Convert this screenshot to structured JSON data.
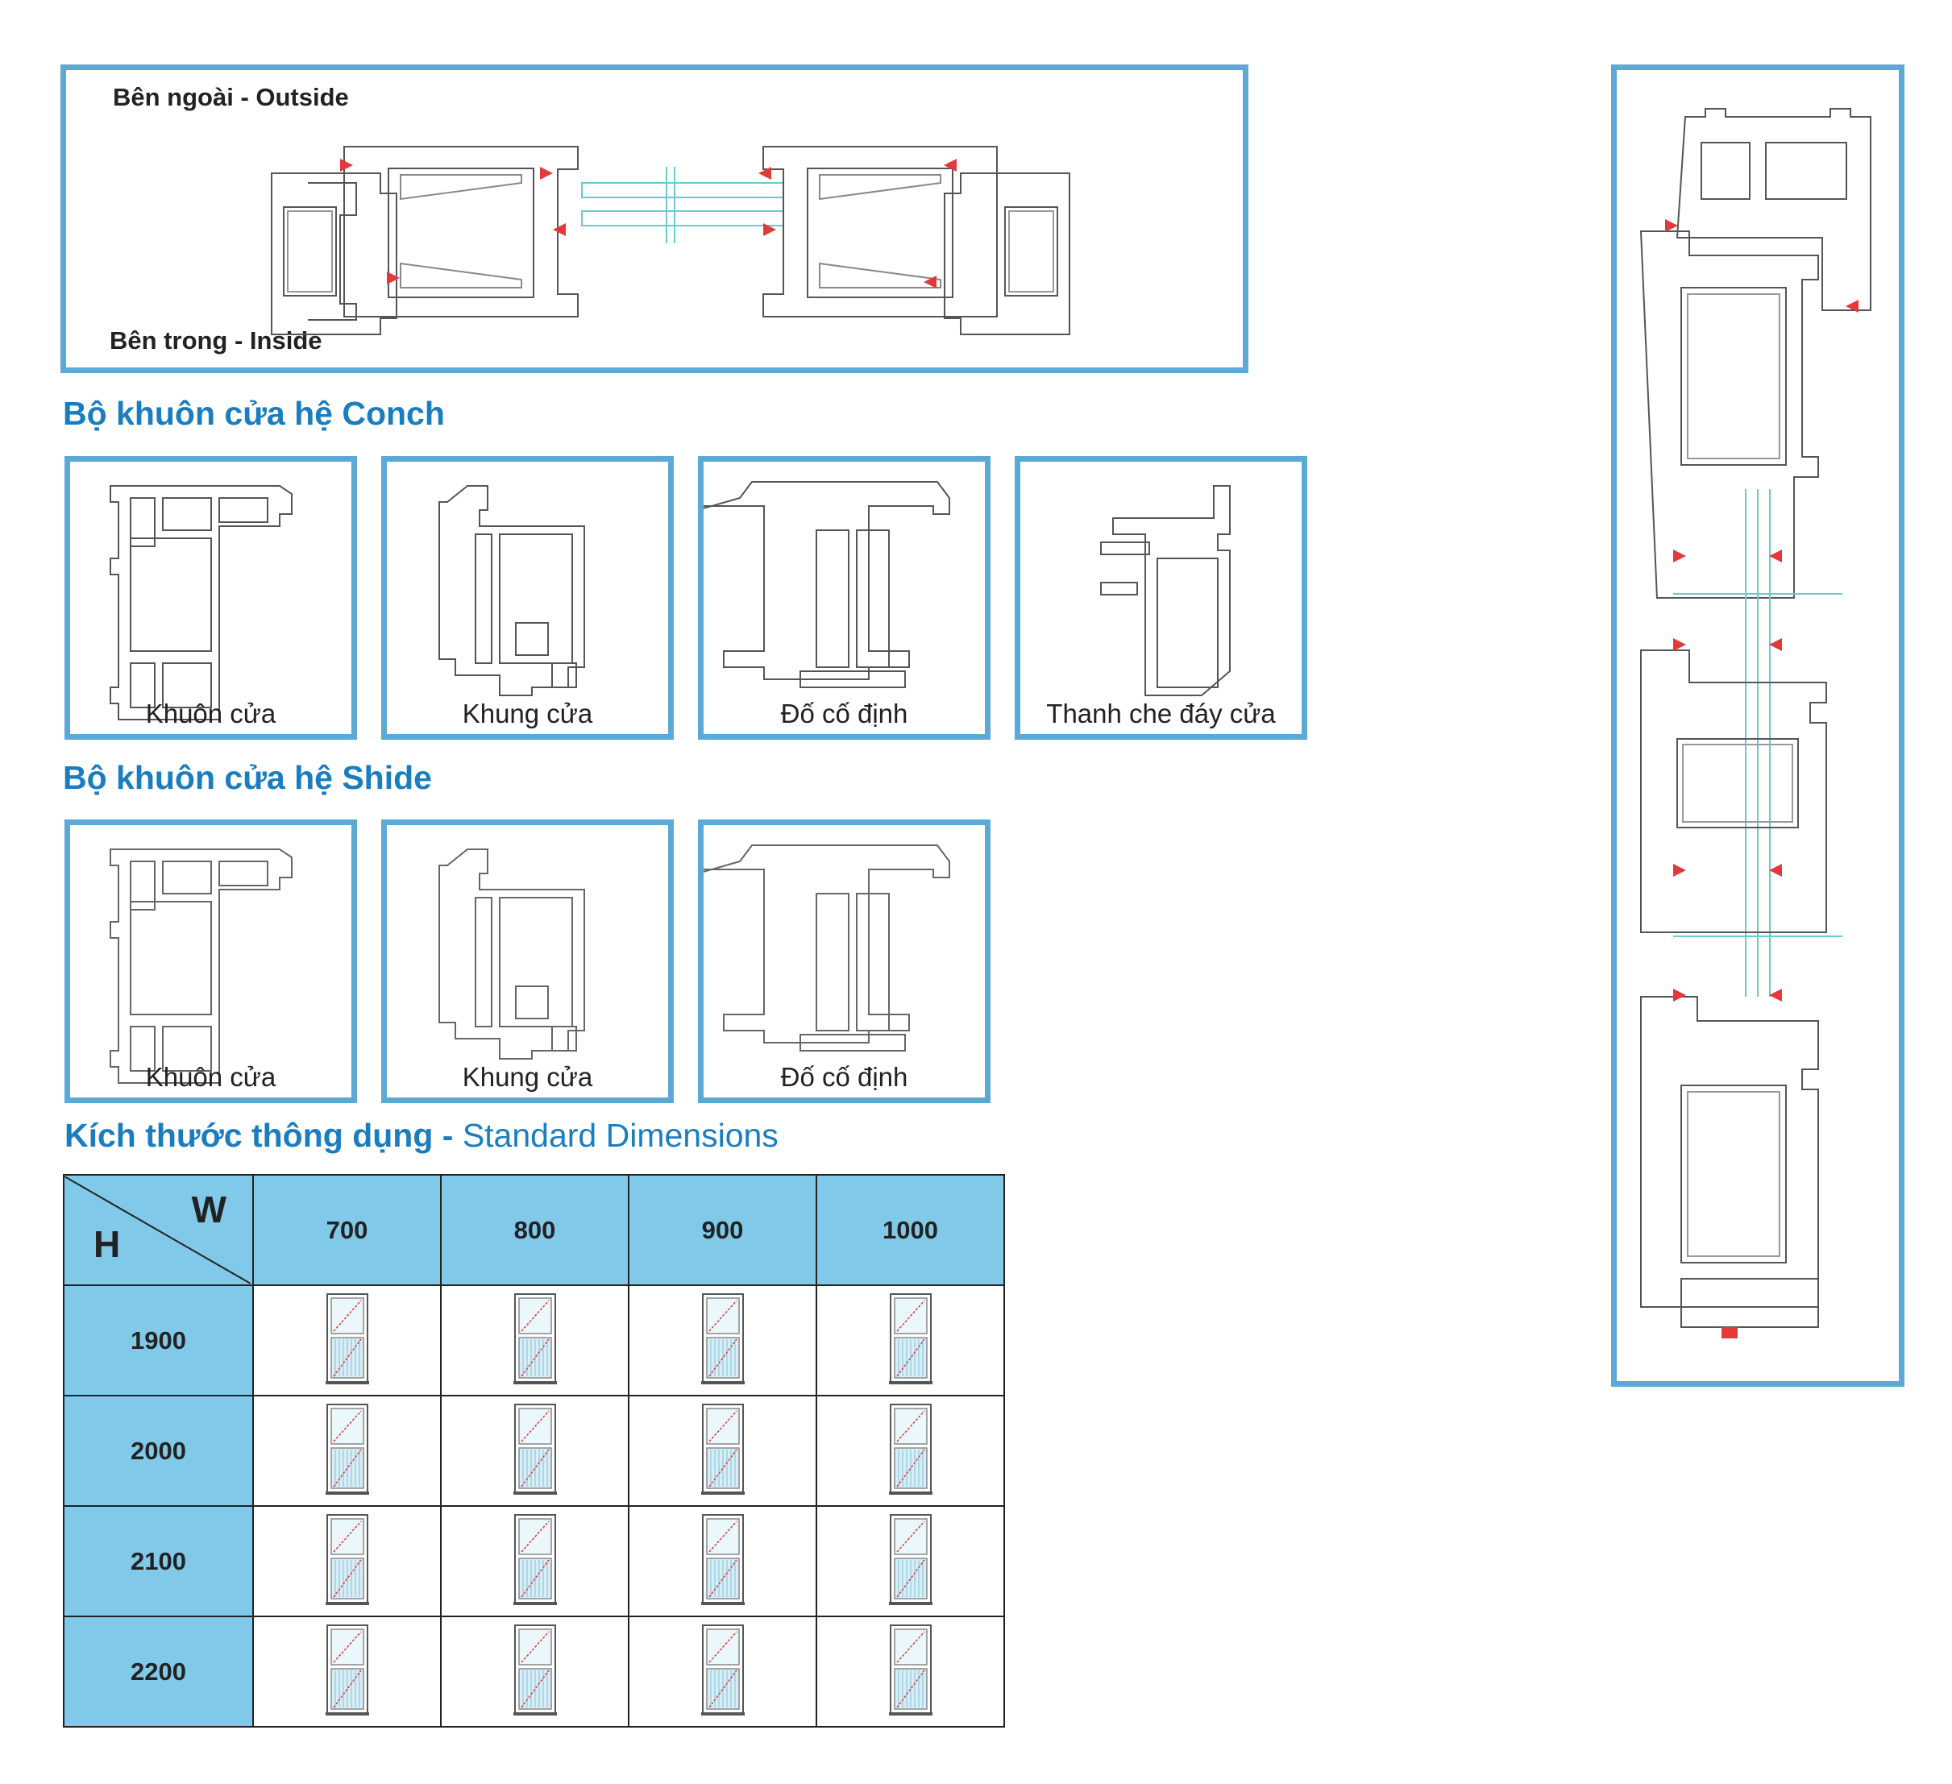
{
  "top_section": {
    "outside_label": "Bên ngoài - Outside",
    "inside_label": "Bên trong - Inside"
  },
  "conch": {
    "title": "Bộ khuôn cửa hệ Conch",
    "items": [
      {
        "label": "Khuôn cửa"
      },
      {
        "label": "Khung cửa"
      },
      {
        "label": "Đố cố định"
      },
      {
        "label": "Thanh che đáy cửa"
      }
    ]
  },
  "shide": {
    "title": "Bộ khuôn cửa hệ Shide",
    "items": [
      {
        "label": "Khuôn cửa"
      },
      {
        "label": "Khung cửa"
      },
      {
        "label": "Đố cố định"
      }
    ]
  },
  "dimensions": {
    "title_bold": "Kích thước thông dụng - ",
    "title_light": "Standard Dimensions",
    "corner_w": "W",
    "corner_h": "H",
    "widths": [
      "700",
      "800",
      "900",
      "1000"
    ],
    "heights": [
      "1900",
      "2000",
      "2100",
      "2200"
    ]
  },
  "colors": {
    "accent_blue": "#1a7dc0",
    "frame_blue": "#5aa9d6",
    "header_fill": "#80c9e8",
    "seal_red": "#e23a3a"
  }
}
